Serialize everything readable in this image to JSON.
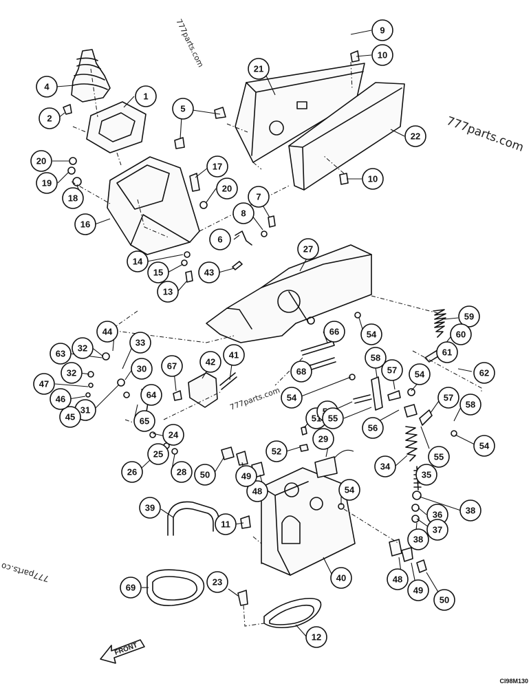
{
  "watermarks": [
    "777parts.com",
    "777parts.com",
    "777parts.com",
    "777parts.co"
  ],
  "drawing_code": "CI98M130",
  "front_label": "FRONT",
  "callouts": [
    "1",
    "2",
    "4",
    "5",
    "6",
    "7",
    "8",
    "9",
    "10",
    "10",
    "11",
    "12",
    "13",
    "14",
    "15",
    "16",
    "17",
    "18",
    "19",
    "20",
    "20",
    "21",
    "22",
    "23",
    "24",
    "25",
    "26",
    "27",
    "28",
    "29",
    "30",
    "31",
    "32",
    "32",
    "33",
    "34",
    "35",
    "36",
    "37",
    "38",
    "38",
    "39",
    "40",
    "41",
    "42",
    "43",
    "44",
    "45",
    "46",
    "47",
    "48",
    "48",
    "49",
    "49",
    "50",
    "50",
    "51",
    "52",
    "53",
    "54",
    "54",
    "54",
    "54",
    "54",
    "55",
    "55",
    "56",
    "57",
    "57",
    "58",
    "58",
    "59",
    "60",
    "61",
    "62",
    "63",
    "64",
    "65",
    "66",
    "67",
    "68",
    "69"
  ]
}
